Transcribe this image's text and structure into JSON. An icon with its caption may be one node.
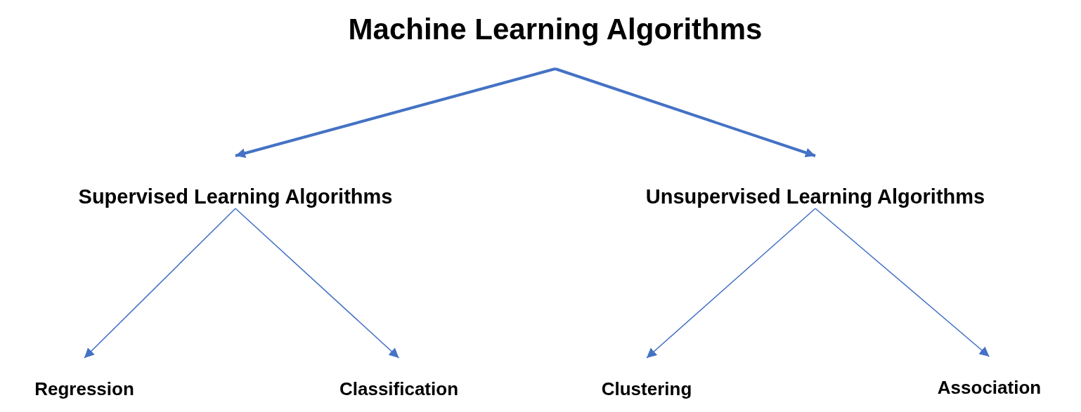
{
  "diagram": {
    "nodes": [
      {
        "text": [
          "Machine Learning Algorithms"
        ]
      },
      {
        "text": [
          "Supervised Learning Algorithms"
        ]
      },
      {
        "text": [
          "Unsupervised Learning Algorithms"
        ]
      },
      {
        "text": [
          "Regression"
        ]
      },
      {
        "text": [
          "Classification"
        ]
      },
      {
        "text": [
          "Clustering"
        ]
      },
      {
        "text": [
          "Association"
        ]
      }
    ],
    "edges": [
      {
        "from": 0,
        "to": 1,
        "arrow": "to",
        "style": "thick"
      },
      {
        "from": 0,
        "to": 2,
        "arrow": "to",
        "style": "thick"
      },
      {
        "from": 1,
        "to": 3,
        "arrow": "to"
      },
      {
        "from": 1,
        "to": 4,
        "arrow": "to"
      },
      {
        "from": 2,
        "to": 5,
        "arrow": "to"
      },
      {
        "from": 2,
        "to": 6,
        "arrow": "to"
      }
    ]
  }
}
